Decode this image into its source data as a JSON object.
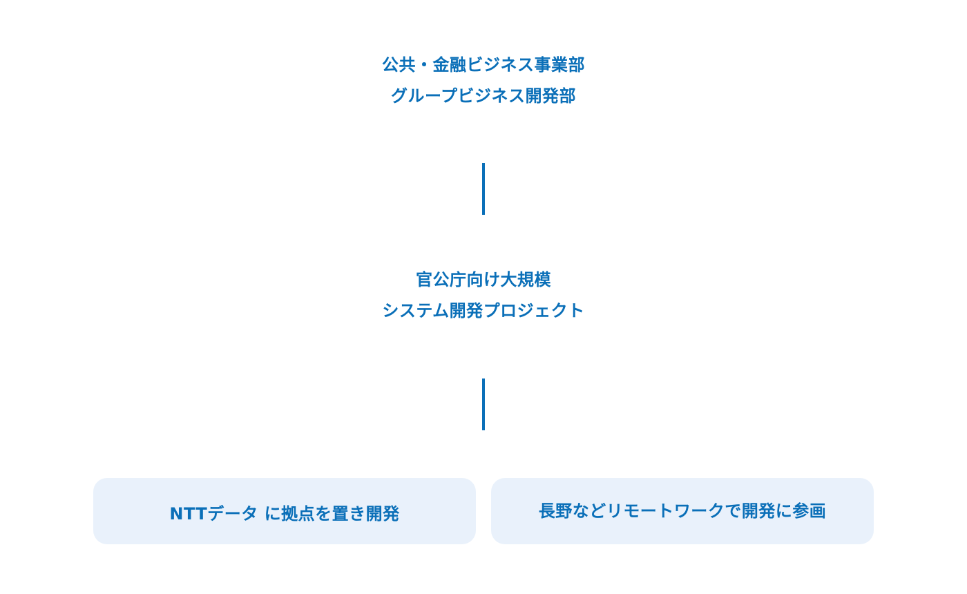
{
  "top_node": {
    "line1": "公共・金融ビジネス事業部",
    "line2": "グループビジネス開発部"
  },
  "middle_node": {
    "line1": "官公庁向け大規模",
    "line2": "システム開発プロジェクト"
  },
  "bottom_nodes": [
    {
      "label": "NTTデータ に拠点を置き開発"
    },
    {
      "label": "長野などリモートワークで開発に参画"
    }
  ],
  "colors": {
    "accent": "#0a6fb8",
    "box_background": "#e9f1fb",
    "background": "#ffffff"
  }
}
